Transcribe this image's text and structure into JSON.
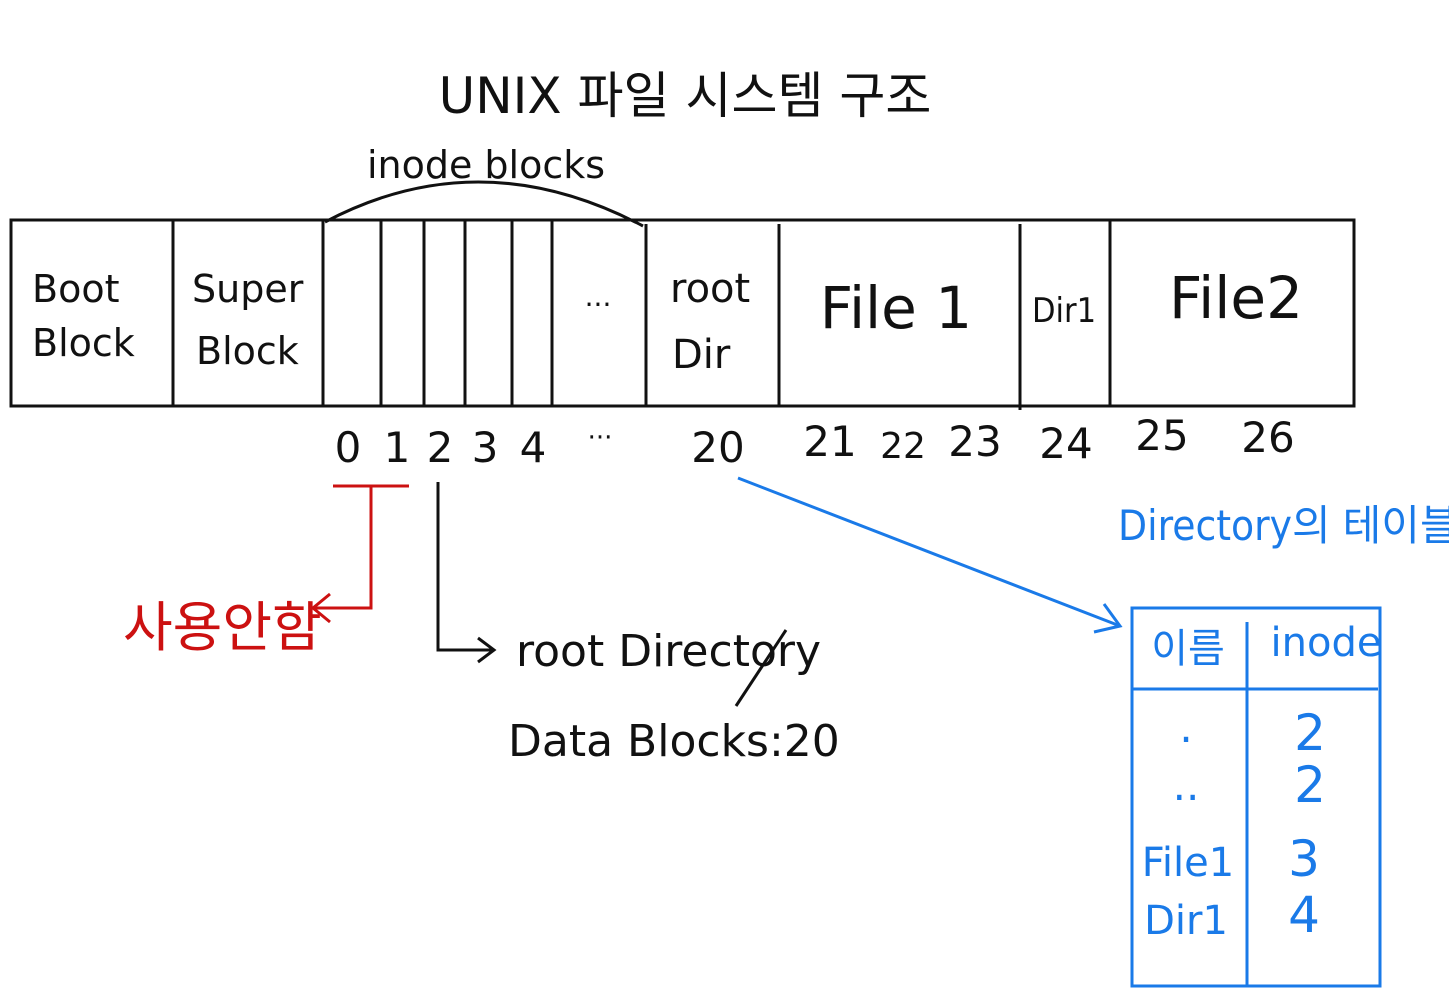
{
  "title": "UNIX 파일 시스템 구조",
  "inode_blocks_label": "inode blocks",
  "blocks": {
    "boot": [
      "Boot",
      "Block"
    ],
    "super": [
      "Super",
      "Block"
    ],
    "inode_ellipsis": "···",
    "root_dir": [
      "root",
      "Dir"
    ],
    "file1": "File 1",
    "dir1": "Dir1",
    "file2": "File2"
  },
  "indices": {
    "i0": "0",
    "i1": "1",
    "i2": "2",
    "i3": "3",
    "i4": "4",
    "dots": "···",
    "i20": "20",
    "i21": "21",
    "i22": "22",
    "i23": "23",
    "i24": "24",
    "i25": "25",
    "i26": "26"
  },
  "unused_label": "사용안함",
  "root_dir_note": [
    "root Directory",
    "Data Blocks:20"
  ],
  "dir_table": {
    "caption": "Directory의 테이블",
    "headers": [
      "이름",
      "inode"
    ],
    "rows": [
      {
        "name": ".",
        "inode": "2"
      },
      {
        "name": "..",
        "inode": "2"
      },
      {
        "name": "File1",
        "inode": "3"
      },
      {
        "name": "Dir1",
        "inode": "4"
      }
    ]
  },
  "colors": {
    "ink": "#111111",
    "red": "#cc1111",
    "blue": "#1a7ae8"
  }
}
